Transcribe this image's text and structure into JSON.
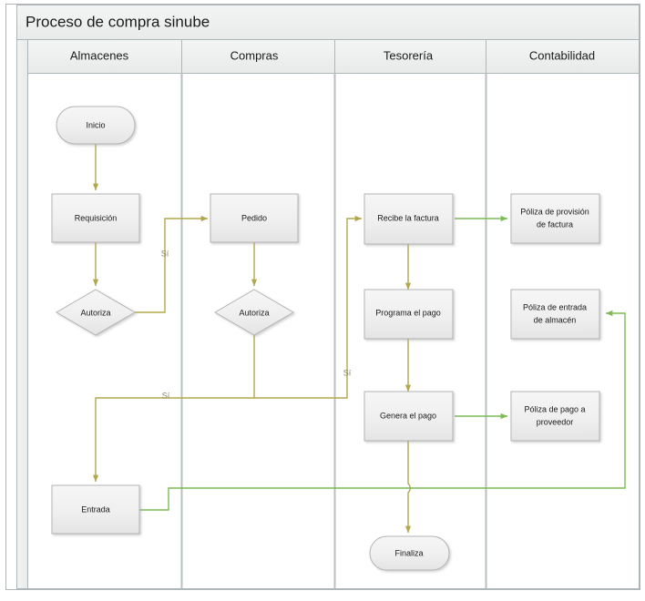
{
  "diagram": {
    "title": "Proceso de compra sinube",
    "type": "cross-functional-flowchart",
    "colors": {
      "node_fill_top": "#f2f2f2",
      "node_fill_bottom": "#e6e6e6",
      "node_stroke": "#b4b4b4",
      "header_fill": "#eceded",
      "lane_border": "#adb6b8",
      "frame_border": "#b0b5b7",
      "flow_olive": "#b3a74d",
      "flow_green": "#7cbb56",
      "title_bar_fill": "#eceded",
      "canvas": "#ffffff"
    },
    "lanes": [
      {
        "id": "almacenes",
        "label": "Almacenes"
      },
      {
        "id": "compras",
        "label": "Compras"
      },
      {
        "id": "tesoreria",
        "label": "Tesorería"
      },
      {
        "id": "contabilidad",
        "label": "Contabilidad"
      }
    ],
    "nodes": [
      {
        "id": "inicio",
        "lane": "almacenes",
        "shape": "terminator",
        "label": "Inicio"
      },
      {
        "id": "requisicion",
        "lane": "almacenes",
        "shape": "process",
        "label": "Requisición"
      },
      {
        "id": "autoriza1",
        "lane": "almacenes",
        "shape": "decision",
        "label": "Autoriza"
      },
      {
        "id": "entrada",
        "lane": "almacenes",
        "shape": "process",
        "label": "Entrada"
      },
      {
        "id": "pedido",
        "lane": "compras",
        "shape": "process",
        "label": "Pedido"
      },
      {
        "id": "autoriza2",
        "lane": "compras",
        "shape": "decision",
        "label": "Autoriza"
      },
      {
        "id": "recibe_factura",
        "lane": "tesoreria",
        "shape": "process",
        "label": "Recibe la factura"
      },
      {
        "id": "programa_pago",
        "lane": "tesoreria",
        "shape": "process",
        "label": "Programa el pago"
      },
      {
        "id": "genera_pago",
        "lane": "tesoreria",
        "shape": "process",
        "label": "Genera el pago"
      },
      {
        "id": "finaliza",
        "lane": "tesoreria",
        "shape": "terminator",
        "label": "Finaliza"
      },
      {
        "id": "poliza_provision",
        "lane": "contabilidad",
        "shape": "process",
        "label_line1": "Póliza de provisión",
        "label_line2": "de factura"
      },
      {
        "id": "poliza_entrada",
        "lane": "contabilidad",
        "shape": "process",
        "label_line1": "Póliza de entrada",
        "label_line2": "de almacén"
      },
      {
        "id": "poliza_pago",
        "lane": "contabilidad",
        "shape": "process",
        "label_line1": "Póliza de pago a",
        "label_line2": "proveedor"
      }
    ],
    "edges": [
      {
        "id": "e1",
        "from": "inicio",
        "to": "requisicion",
        "label": "",
        "color": "olive"
      },
      {
        "id": "e2",
        "from": "requisicion",
        "to": "autoriza1",
        "label": "",
        "color": "olive"
      },
      {
        "id": "e3",
        "from": "autoriza1",
        "to": "pedido",
        "label": "Sí",
        "color": "olive"
      },
      {
        "id": "e4",
        "from": "pedido",
        "to": "autoriza2",
        "label": "",
        "color": "olive"
      },
      {
        "id": "e5",
        "from": "autoriza2",
        "to": "entrada",
        "label": "Sí",
        "color": "olive"
      },
      {
        "id": "e6",
        "from": "autoriza2",
        "to": "recibe_factura",
        "label": "Sí",
        "color": "olive"
      },
      {
        "id": "e7",
        "from": "recibe_factura",
        "to": "programa_pago",
        "label": "",
        "color": "olive"
      },
      {
        "id": "e8",
        "from": "programa_pago",
        "to": "genera_pago",
        "label": "",
        "color": "olive"
      },
      {
        "id": "e9",
        "from": "genera_pago",
        "to": "finaliza",
        "label": "",
        "color": "olive"
      },
      {
        "id": "e10",
        "from": "recibe_factura",
        "to": "poliza_provision",
        "label": "",
        "color": "green"
      },
      {
        "id": "e11",
        "from": "genera_pago",
        "to": "poliza_pago",
        "label": "",
        "color": "green"
      },
      {
        "id": "e12",
        "from": "entrada",
        "to": "poliza_entrada",
        "label": "",
        "color": "green"
      }
    ],
    "edge_labels": {
      "si": "Sí"
    }
  }
}
